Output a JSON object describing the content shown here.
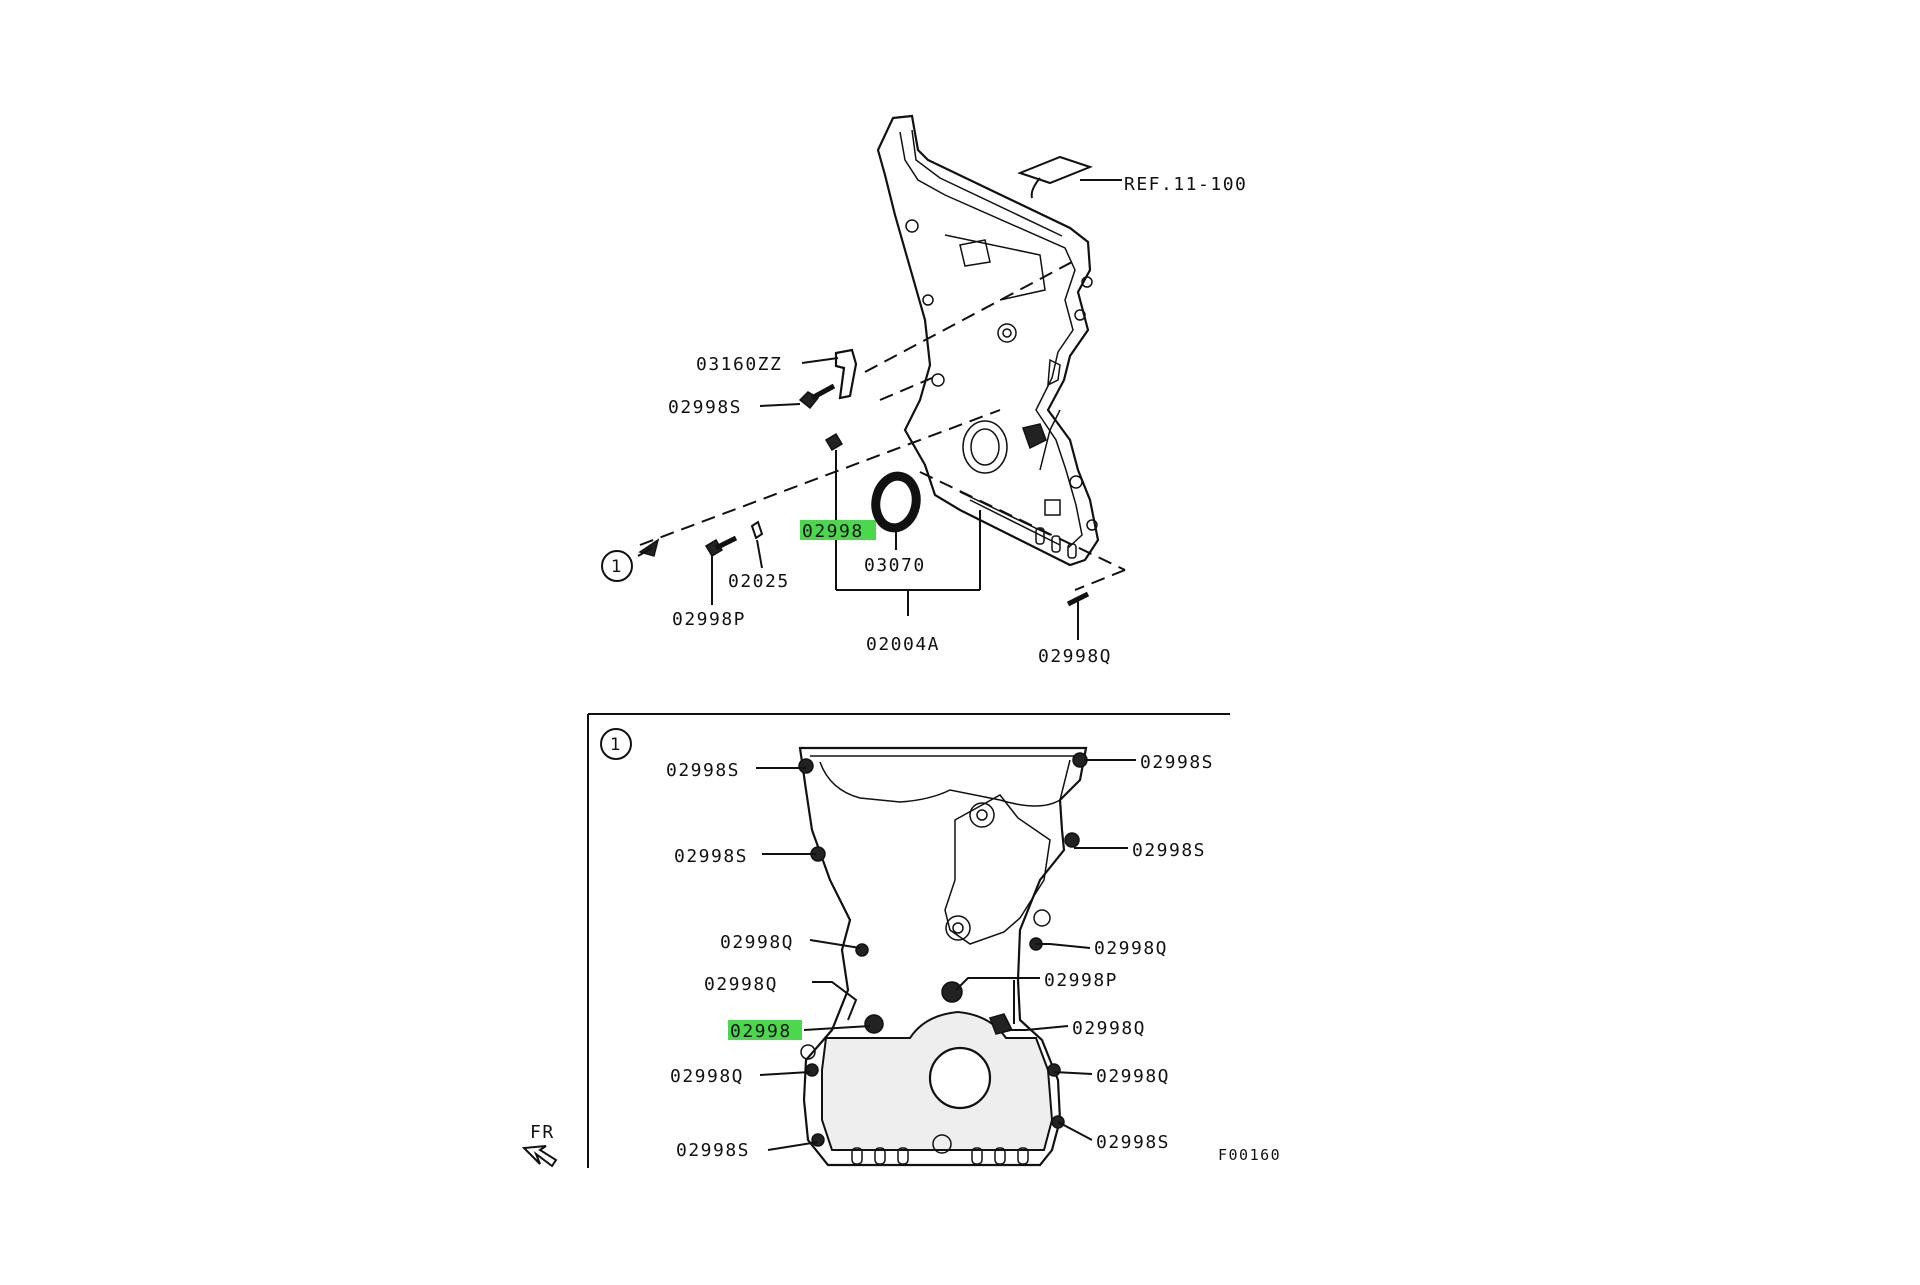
{
  "diagram": {
    "top": {
      "ref_label": "REF.11-100",
      "labels": {
        "bracket": "03160ZZ",
        "bolt_s": "02998S",
        "bolt_highlight": "02998",
        "bolt_p": "02998P",
        "pin": "02025",
        "seal": "03070",
        "assembly": "02004A",
        "bolt_q": "02998Q"
      },
      "callout": "1"
    },
    "inset": {
      "callout": "1",
      "left_labels": [
        "02998S",
        "02998S",
        "02998Q",
        "02998Q",
        "02998",
        "02998Q",
        "02998S"
      ],
      "right_labels": [
        "02998S",
        "02998S",
        "02998Q",
        "02998P",
        "02998Q",
        "02998Q",
        "02998S"
      ],
      "direction": "FR",
      "figure_code": "F00160"
    },
    "highlight_color": "#4cd84c"
  }
}
